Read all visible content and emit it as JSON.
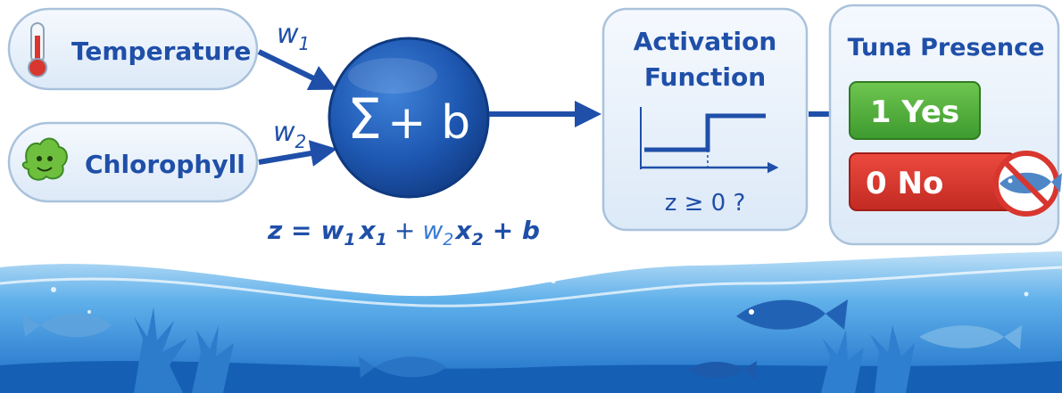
{
  "inputs": {
    "temperature": {
      "label": "Temperature",
      "icon": "thermometer-icon"
    },
    "chlorophyll": {
      "label": "Chlorophyll",
      "icon": "algae-icon"
    }
  },
  "weights": {
    "w1": {
      "base": "w",
      "sub": "1"
    },
    "w2": {
      "base": "w",
      "sub": "2"
    }
  },
  "neuron": {
    "sigma": "Σ",
    "suffix": "+ b"
  },
  "formula": {
    "lhs": "z =",
    "t1": "w",
    "t1_sub": "1",
    "t2": "x",
    "t2_sub": "1",
    "plus1": "+",
    "t3": "w",
    "t3_sub": "2",
    "t4": "x",
    "t4_sub": "2",
    "plus2": "+ b"
  },
  "activation": {
    "title_line1": "Activation",
    "title_line2": "Function",
    "condition": "z ≥ 0 ?",
    "icon": "step-function-icon"
  },
  "output": {
    "title": "Tuna Presence",
    "yes_label": "1 Yes",
    "no_label": "0 No",
    "no_icon": "no-fish-icon"
  },
  "colors": {
    "primary_blue": "#1f4fa8",
    "box_border": "#a9c2dc",
    "box_fill": "#eaf2fb",
    "yes_green": "#4caa3a",
    "no_red": "#d8362e",
    "formula_w2": "#3a7bd5",
    "ocean": "#2f86d4"
  }
}
